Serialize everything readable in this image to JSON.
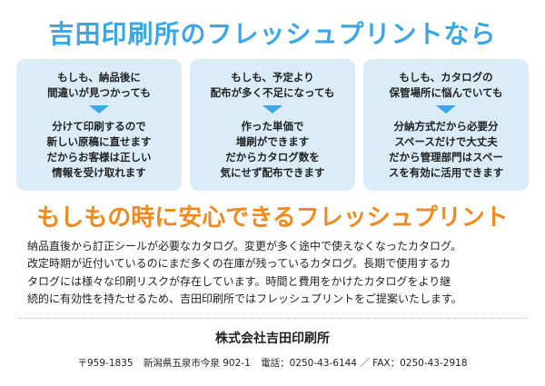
{
  "headline": "吉田印刷所のフレッシュプリントなら",
  "cards": [
    {
      "condition": [
        "もしも、納品後に",
        "間違いが見つかっても"
      ],
      "result": [
        "分けて印刷するので",
        "新しい原稿に直せます",
        "だからお客様は正しい",
        "情報を受け取れます"
      ]
    },
    {
      "condition": [
        "もしも、予定より",
        "配布が多く不足になっても"
      ],
      "result": [
        "作った単価で",
        "増刷ができます",
        "だからカタログ数を",
        "気にせず配布できます"
      ]
    },
    {
      "condition": [
        "もしも、カタログの",
        "保管場所に悩んでいても"
      ],
      "result": [
        "分納方式だから必要分",
        "スペースだけで大丈夫",
        "だから管理部門はスペー",
        "スを有効に活用できます"
      ]
    }
  ],
  "subheadline": "もしもの時に安心できるフレッシュプリント",
  "body_lines": [
    "納品直後から訂正シールが必要なカタログ。変更が多く途中で使えなくなったカタログ。",
    "改定時期が近付いているのにまだ多くの在庫が残っているカタログ。長期で使用するカ",
    "タログには様々な印刷リスクが存在しています。時間と費用をかけたカタログをより継",
    "続的に有効性を持たせるため、吉田印刷所ではフレッシュプリントをご提案いたします。"
  ],
  "company": "株式会社吉田印刷所",
  "address": {
    "postal": "〒959-1835",
    "location": "新潟県五泉市今泉 902-1",
    "tel": "電話：0250-43-6144 ／ FAX：0250-43-2918"
  },
  "colors": {
    "accent_blue": "#3ba7e6",
    "accent_orange": "#f08a1c",
    "card_bg": "#d9ecf8"
  }
}
